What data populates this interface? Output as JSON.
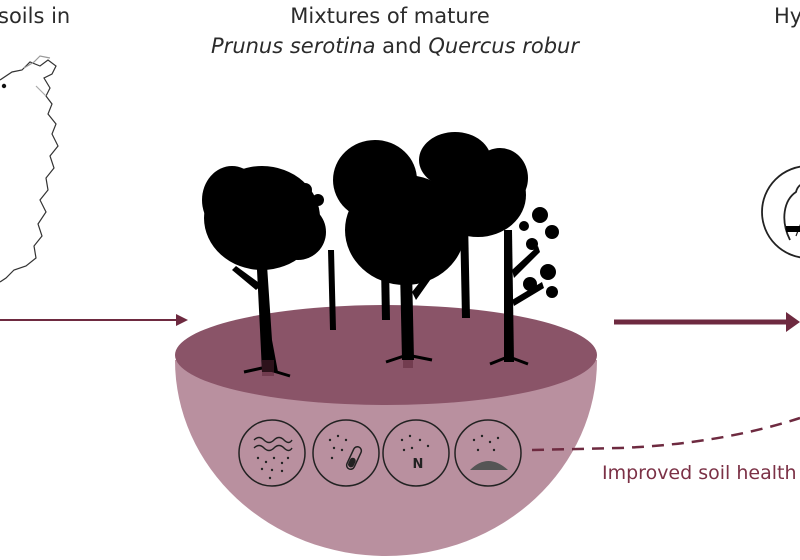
{
  "headings": {
    "left": "soils in",
    "center_line1": "Mixtures of mature",
    "species_a": "Prunus serotina",
    "conjunction": "and",
    "species_b": "Quercus robur",
    "right": "Hy"
  },
  "labels": {
    "soil_health": "Improved soil health",
    "nitrogen_symbol": "N"
  },
  "colors": {
    "accent": "#6e2a40",
    "bowl": "#b9909f",
    "soil_top": "#8a5468",
    "tree": "#000000",
    "text": "#2b2b2b"
  },
  "icons": [
    "water-icon",
    "test-tube-icon",
    "nitrogen-icon",
    "soil-heap-icon"
  ]
}
